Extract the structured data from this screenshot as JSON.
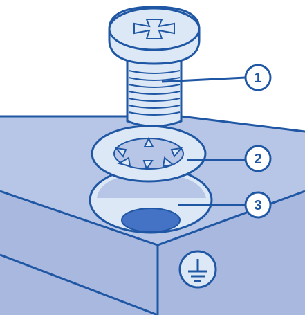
{
  "colors": {
    "line": "#1f57a4",
    "fill_light": "#dde8f6",
    "fill_plate_top": "#b7c6e6",
    "fill_plate_side": "#a6b6df",
    "fill_plate_front": "#9fb0dc",
    "fill_hole": "#4472c4",
    "bg": "#ffffff"
  },
  "callouts": [
    {
      "number": "1",
      "target": "screw"
    },
    {
      "number": "2",
      "target": "lock-washer"
    },
    {
      "number": "3",
      "target": "mounting-hole"
    }
  ],
  "icons": {
    "ground": "protective-earth-ground-icon"
  }
}
